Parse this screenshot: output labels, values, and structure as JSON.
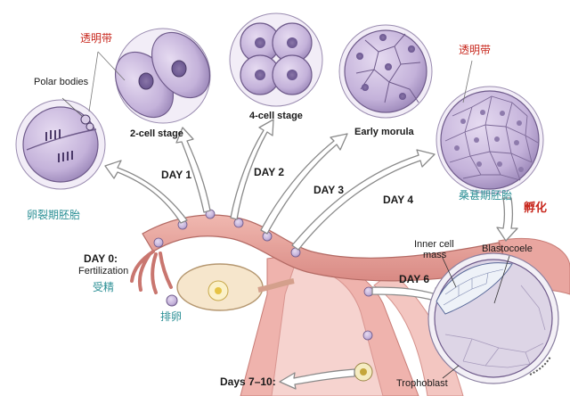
{
  "labels": {
    "polar_bodies": "Polar bodies",
    "two_cell": "2-cell stage",
    "four_cell": "4-cell stage",
    "early_morula": "Early morula",
    "inner_cell_mass_1": "Inner cell",
    "inner_cell_mass_2": "mass",
    "blastocoele": "Blastocoele",
    "trophoblast": "Trophoblast",
    "fertilization": "Fertilization"
  },
  "days": {
    "day0": "DAY 0:",
    "day1": "DAY 1",
    "day2": "DAY 2",
    "day3": "DAY 3",
    "day4": "DAY 4",
    "day6": "DAY 6",
    "days_7_10": "Days 7–10:"
  },
  "chinese": {
    "zona_left": "透明带",
    "zona_right": "透明带",
    "cleavage_embryo": "卵裂期胚胎",
    "morula_embryo": "桑葚期胚胎",
    "hatching": "孵化",
    "fertilized": "受精",
    "ovulation": "排卵"
  },
  "colors": {
    "cell_fill": "#c9b8dc",
    "cell_stroke": "#6e5a8a",
    "tissue": "#e8a5a0",
    "arrow_fill": "#ffffff",
    "arrow_stroke": "#7a7a7a",
    "accent_red": "#c8281e",
    "accent_teal": "#2b8f95"
  }
}
